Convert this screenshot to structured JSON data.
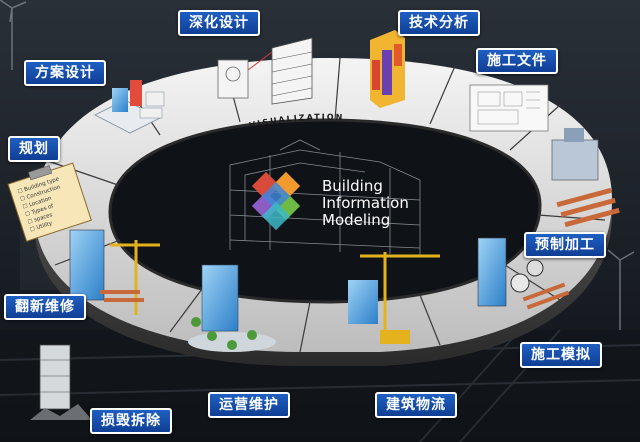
{
  "ring": {
    "caption": "VISUALIZATION"
  },
  "center": {
    "line1": "Building",
    "line2": "Information",
    "line3": "Modeling"
  },
  "clipboard_lines": [
    "Building type",
    "Construction",
    "Location",
    "Types of",
    "spaces",
    "Utility"
  ],
  "stages": [
    {
      "id": "detailed-design",
      "label": "深化设计"
    },
    {
      "id": "technical-analysis",
      "label": "技术分析"
    },
    {
      "id": "scheme-design",
      "label": "方案设计"
    },
    {
      "id": "construction-documents",
      "label": "施工文件"
    },
    {
      "id": "planning",
      "label": "规划"
    },
    {
      "id": "prefabrication",
      "label": "预制加工"
    },
    {
      "id": "renovation",
      "label": "翻新维修"
    },
    {
      "id": "construction-simulation",
      "label": "施工模拟"
    },
    {
      "id": "operation-maintenance",
      "label": "运营维护"
    },
    {
      "id": "construction-logistics",
      "label": "建筑物流"
    },
    {
      "id": "demolition",
      "label": "损毁拆除"
    }
  ],
  "colors": {
    "accent": "#1f5fc2",
    "logo_red": "#d84a3a",
    "logo_orange": "#f29a2e",
    "logo_green": "#6dbb45",
    "logo_blue": "#3f86d6",
    "logo_purple": "#8a5cc4",
    "logo_teal": "#3cb8c6"
  }
}
